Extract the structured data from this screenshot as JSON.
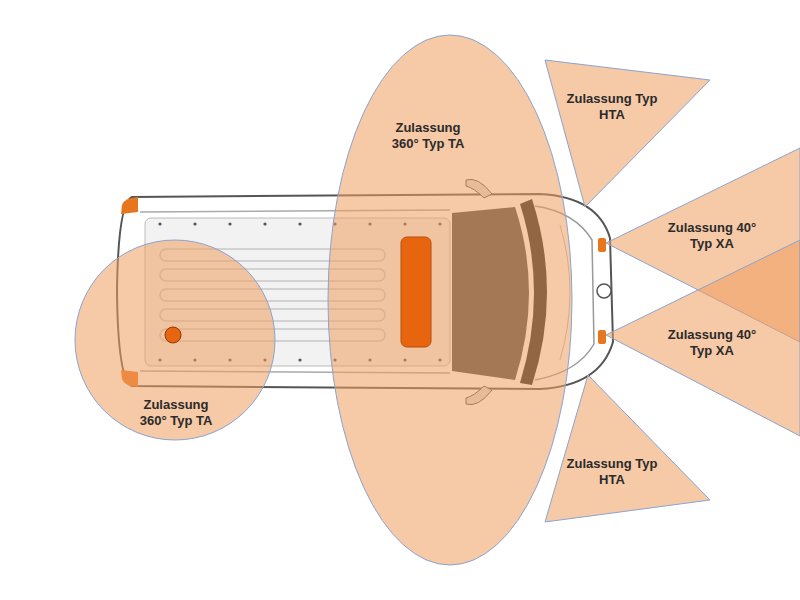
{
  "diagram": {
    "nodes": [
      {
        "text": [
          "Zulassung Typ HTA"
        ]
      },
      {
        "text": [
          "Zulassung 360° Typ TA"
        ]
      },
      {
        "text": [
          "Zulassung 40° Typ XA"
        ]
      },
      {
        "text": [
          "Zulassung 40° Typ XA"
        ]
      },
      {
        "text": [
          "Zulassung 360° Typ TA"
        ]
      },
      {
        "text": [
          "Zulassung Typ HTA"
        ]
      }
    ]
  }
}
